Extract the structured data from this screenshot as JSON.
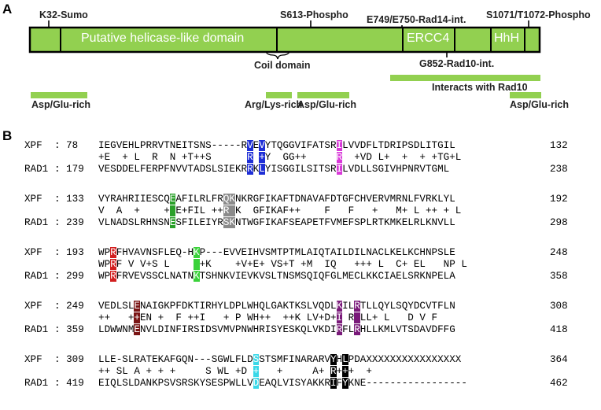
{
  "panelA": {
    "letter": "A",
    "domains": {
      "main": "Putative helicase-like domain",
      "ercc4": "ERCC4",
      "hhh": "HhH"
    },
    "top_labels": {
      "k32": "K32-Sumo",
      "s613": "S613-Phospho",
      "e749": "E749/E750-Rad14-int.",
      "s1071": "S1071/T1072-Phospho"
    },
    "below_labels": {
      "coil": "Coil domain",
      "g852": "G852-Rad10-int.",
      "rad10": "Interacts with Rad10"
    },
    "region_labels": {
      "asp1": "Asp/Glu-rich",
      "arg": "Arg/Lys-rich",
      "asp2": "Asp/Glu-rich",
      "asp3": "Asp/Glu-rich"
    },
    "colors": {
      "bar": "#92d050",
      "outline": "#000000"
    }
  },
  "panelB": {
    "letter": "B",
    "blocks": [
      {
        "xpf_name": "XPF",
        "xpf_start": ": 78",
        "xpf_end": "132",
        "xpf_seq": "IEGVEHLPRRVTNEITSNS-----RVEVYTQGGVIFATSRILVVDFLTDRIPSDLITGIL",
        "mid": "+E  + L  R  N +T++S      R +Y  GG++     R  +VD L+  +  + +TG+L",
        "rad_name": "RAD1",
        "rad_start": ": 179",
        "rad_end": "238",
        "rad_seq": "VESDDELFERPFNVVTADSLSIEKRRKLYISGGILSITSRILVDLLSGIVHPNRVTGML"
      },
      {
        "xpf_name": "XPF",
        "xpf_start": ": 133",
        "xpf_end": "192",
        "xpf_seq": "VYRAHRIIESCQEAFILRLFRQKNKRGFIKAFTDNAVAFDTGFCHVERVMRNLFVRKLYL",
        "mid": "V  A  +    + E+FIL ++R K  GFIKAF++    F   F   +   M+ L ++ + L",
        "rad_name": "RAD1",
        "rad_start": ": 239",
        "rad_end": "298",
        "rad_seq": "VLNADSLRHNSNESFILEIYRSKNTWGFIKAFSEAPETFVMEFSPLRTKMKELRLKNVLL"
      },
      {
        "xpf_name": "XPF",
        "xpf_start": ": 193",
        "xpf_end": "248",
        "xpf_seq": "WPRFHVAVNSFLEQ-HKP---EVVEIHVSMTPTMLAIQTAILDILNACLKELKCHNPSLE",
        "mid": "WPRF V V+S L     +K    +V+E+ VS+T +M  IQ   +++ L  C+ EL   NP L",
        "rad_name": "RAD1",
        "rad_start": ": 299",
        "rad_end": "358",
        "rad_seq": "WPRFRVEVSSCLNATNKTSHNKVIEVKVSLTNSMSQIQFGLMECLKKCIAELSRKNPELA"
      },
      {
        "xpf_name": "XPF",
        "xpf_start": ": 249",
        "xpf_end": "308",
        "xpf_seq": "VEDLSLENAIGKPFDKTIRHYLDPLWHQLGAKTKSLVQDLKILRTLLQYLSQYDCVTFLN",
        "mid": "++   ++EN +  F ++I   + P WH++  ++K LV+D+I R LL+ L   D V F",
        "rad_name": "RAD1",
        "rad_start": ": 359",
        "rad_end": "418",
        "rad_seq": "LDWWNMENVLDINFIRSIDSVMVPNWHRISYESKQLVKDIRFLRHLLKMLVTSDAVDFFG"
      },
      {
        "xpf_name": "XPF",
        "xpf_start": ": 309",
        "xpf_end": "364",
        "xpf_seq": "LLE-SLRATEKAFGQN---SGWLFLDSSTSMFINARARVYHLPDAXXXXXXXXXXXXXXXX",
        "mid": "++ SL A + + +     S WL +D +   +     A+ R+++  +",
        "rad_name": "RAD1",
        "rad_start": ": 419",
        "rad_end": "462",
        "rad_seq": "EIQLSLDANKPSVSRSKYSESPWLLVDEAQLVISYAKKRIFYKNE-----------------"
      }
    ]
  }
}
